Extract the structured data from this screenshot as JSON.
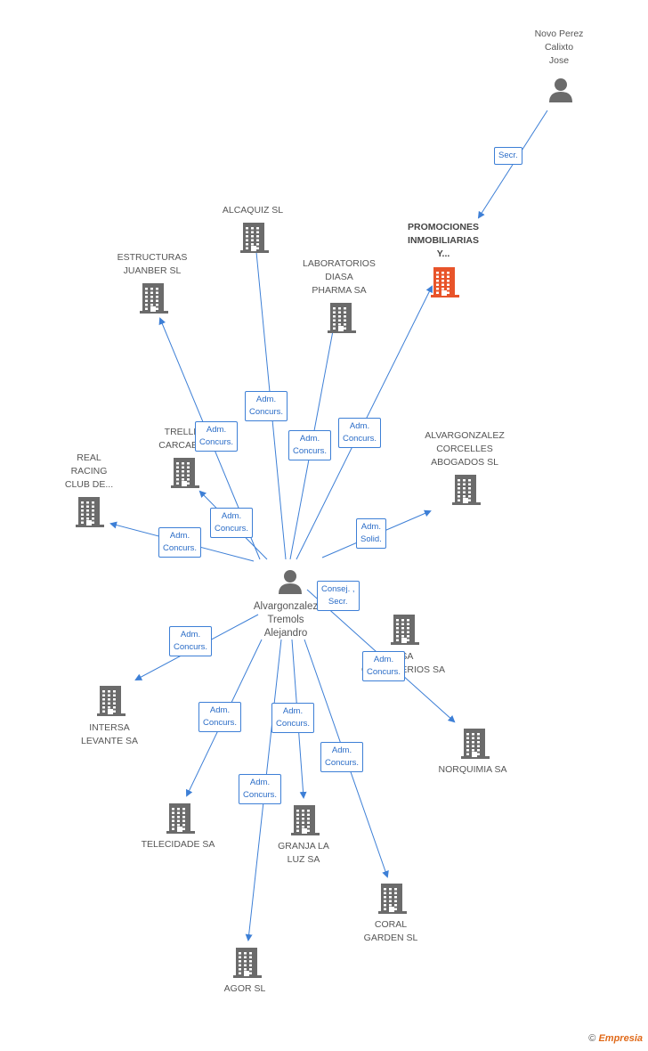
{
  "colors": {
    "edge": "#3d7fd6",
    "building": "#6b6b6b",
    "highlight": "#e8542a",
    "person": "#6b6b6b"
  },
  "center": {
    "label": "Alvargonzalez\nTremols\nAlejandro"
  },
  "secretary": {
    "label": "Novo Perez\nCalixto\nJose"
  },
  "companies": [
    {
      "id": "promociones",
      "label": "PROMOCIONES\nINMOBILIARIAS\nY...",
      "highlight": true
    },
    {
      "id": "alcaquiz",
      "label": "ALCAQUIZ SL"
    },
    {
      "id": "estructuras",
      "label": "ESTRUCTURAS\nJUANBER SL"
    },
    {
      "id": "laboratorios",
      "label": "LABORATORIOS\nDIASA\nPHARMA SA"
    },
    {
      "id": "trelles",
      "label": "TRELLES\nCARCABA..."
    },
    {
      "id": "real",
      "label": "REAL\nRACING\nCLUB DE..."
    },
    {
      "id": "alvargonzalez",
      "label": "ALVARGONZALEZ\nCORCELLES\nABOGADOS SL"
    },
    {
      "id": "cementerios",
      "label": "...SA\nCEMENTERIOS SA"
    },
    {
      "id": "intersa",
      "label": "INTERSA\nLEVANTE SA"
    },
    {
      "id": "norquimia",
      "label": "NORQUIMIA SA"
    },
    {
      "id": "telecidade",
      "label": "TELECIDADE SA"
    },
    {
      "id": "granja",
      "label": "GRANJA LA\nLUZ SA"
    },
    {
      "id": "coral",
      "label": "CORAL\nGARDEN SL"
    },
    {
      "id": "agor",
      "label": "AGOR SL"
    }
  ],
  "roles": {
    "secr": "Secr.",
    "adm_concurs": "Adm.\nConcurs.",
    "adm_solid": "Adm.\nSolid.",
    "consej_secr": "Consej. ,\nSecr."
  },
  "footer": {
    "copyright": "©",
    "brand": "Empresia"
  }
}
